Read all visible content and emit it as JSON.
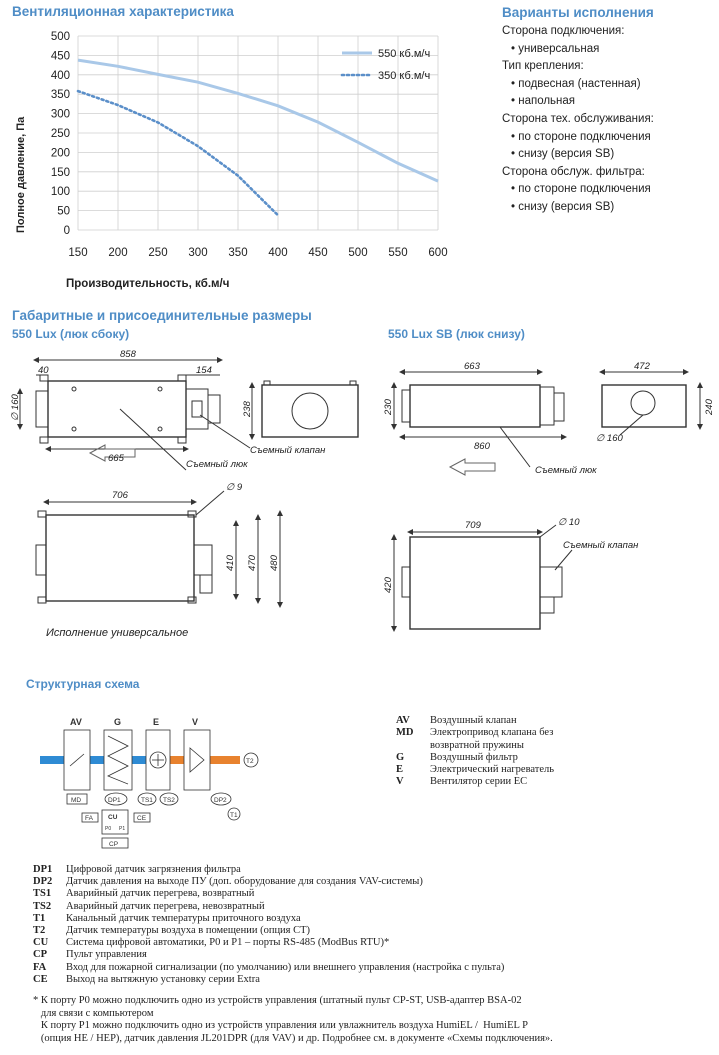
{
  "chart_title": "Вентиляционная характеристика",
  "chart_data": {
    "type": "line",
    "xlabel": "Производительность, кб.м/ч",
    "ylabel": "Полное давление, Па",
    "xlim": [
      150,
      600
    ],
    "ylim": [
      0,
      500
    ],
    "x_ticks": [
      "150",
      "200",
      "250",
      "300",
      "350",
      "400",
      "450",
      "500",
      "550",
      "600"
    ],
    "y_ticks": [
      "0",
      "50",
      "100",
      "150",
      "200",
      "250",
      "300",
      "350",
      "400",
      "450",
      "500"
    ],
    "grid": true,
    "legend": "top-right",
    "series": [
      {
        "name": "550 кб.м/ч",
        "style": "solid",
        "color": "#a9c8e8",
        "points": [
          [
            150,
            438
          ],
          [
            200,
            422
          ],
          [
            250,
            401
          ],
          [
            300,
            381
          ],
          [
            350,
            352
          ],
          [
            400,
            320
          ],
          [
            450,
            278
          ],
          [
            500,
            226
          ],
          [
            550,
            172
          ],
          [
            600,
            126
          ]
        ]
      },
      {
        "name": "350 кб.м/ч",
        "style": "dotted",
        "color": "#5b8fc9",
        "points": [
          [
            150,
            358
          ],
          [
            200,
            322
          ],
          [
            250,
            277
          ],
          [
            300,
            216
          ],
          [
            350,
            140
          ],
          [
            400,
            38
          ]
        ]
      }
    ]
  },
  "options": {
    "title": "Варианты исполнения",
    "lines": [
      "Сторона подключения:",
      "• универсальная",
      "Тип крепления:",
      "• подвесная (настенная)",
      "• напольная",
      "Сторона тех. обслуживания:",
      "• по стороне подключения",
      "• снизу (версия SB)",
      "Сторона обслуж. фильтра:",
      "• по стороне подключения",
      "• снизу (версия SB)"
    ]
  },
  "dims": {
    "title": "Габаритные и присоединительные размеры",
    "sub_left": "550 Lux (люк сбоку)",
    "sub_right": "550 Lux SB (люк снизу)",
    "left": {
      "d858": "858",
      "d40": "40",
      "d154": "154",
      "d160": "∅ 160",
      "d665": "665",
      "d238": "238",
      "valve": "Съемный клапан",
      "hatch": "Съемный люк"
    },
    "right": {
      "d663": "663",
      "d472": "472",
      "d230": "230",
      "d240": "240",
      "d160": "∅ 160",
      "d860": "860",
      "hatch": "Съемный люк"
    },
    "bottom_left": {
      "d706": "706",
      "d9": "∅ 9",
      "d410": "410",
      "d470": "470",
      "d480": "480",
      "caption": "Исполнение универсальное"
    },
    "bottom_right": {
      "d709": "709",
      "d10": "∅ 10",
      "valve": "Съемный клапан",
      "d420": "420"
    }
  },
  "scheme": {
    "title": "Структурная схема",
    "blocks": [
      "AV",
      "G",
      "E",
      "V"
    ],
    "sensors": [
      "MD",
      "DP1",
      "TS1",
      "TS2",
      "DP2",
      "T1",
      "T2"
    ],
    "cu": {
      "label": "CU",
      "fa": "FA",
      "ce": "CE",
      "cp": "CP",
      "p0": "P0",
      "p1": "P1"
    },
    "legend_top": [
      {
        "k": "AV",
        "v": "Воздушный клапан"
      },
      {
        "k": "MD",
        "v": "Электропривод клапана без"
      },
      {
        "k": "",
        "v": "возвратной пружины"
      },
      {
        "k": "G",
        "v": "Воздушный фильтр"
      },
      {
        "k": "E",
        "v": "Электрический нагреватель"
      },
      {
        "k": "V",
        "v": "Вентилятор серии ЕС"
      }
    ],
    "legend_bottom": [
      {
        "k": "DP1",
        "v": "Цифровой датчик загрязнения фильтра"
      },
      {
        "k": "DP2",
        "v": "Датчик давления на выходе ПУ (доп. оборудование для создания VAV-системы)"
      },
      {
        "k": "TS1",
        "v": "Аварийный датчик перегрева, возвратный"
      },
      {
        "k": "TS2",
        "v": "Аварийный датчик перегрева, невозвратный"
      },
      {
        "k": "T1",
        "v": "Канальный датчик температуры приточного воздуха"
      },
      {
        "k": "T2",
        "v": "Датчик температуры воздуха в помещении (опция СТ)"
      },
      {
        "k": "CU",
        "v": "Система цифровой автоматики, Р0 и Р1 – порты RS-485 (ModBus RTU)*"
      },
      {
        "k": "CP",
        "v": "Пульт управления"
      },
      {
        "k": "FA",
        "v": "Вход для пожарной сигнализации (по умолчанию) или внешнего управления (настройка с пульта)"
      },
      {
        "k": "CE",
        "v": "Выход на вытяжную установку серии Extra"
      }
    ],
    "notes": [
      "* К порту Р0 можно подключить одно из устройств управления (штатный пульт CP-ST, USB-адаптер BSA-02",
      "   для связи с компьютером",
      "   К порту Р1 можно подключить одно из устройств управления или увлажнитель воздуха HumiEL /  HumiEL P",
      "   (опция HE / HEP), датчик давления JL201DPR (для VAV) и др. Подробнее см. в документе «Схемы подключения»."
    ]
  }
}
